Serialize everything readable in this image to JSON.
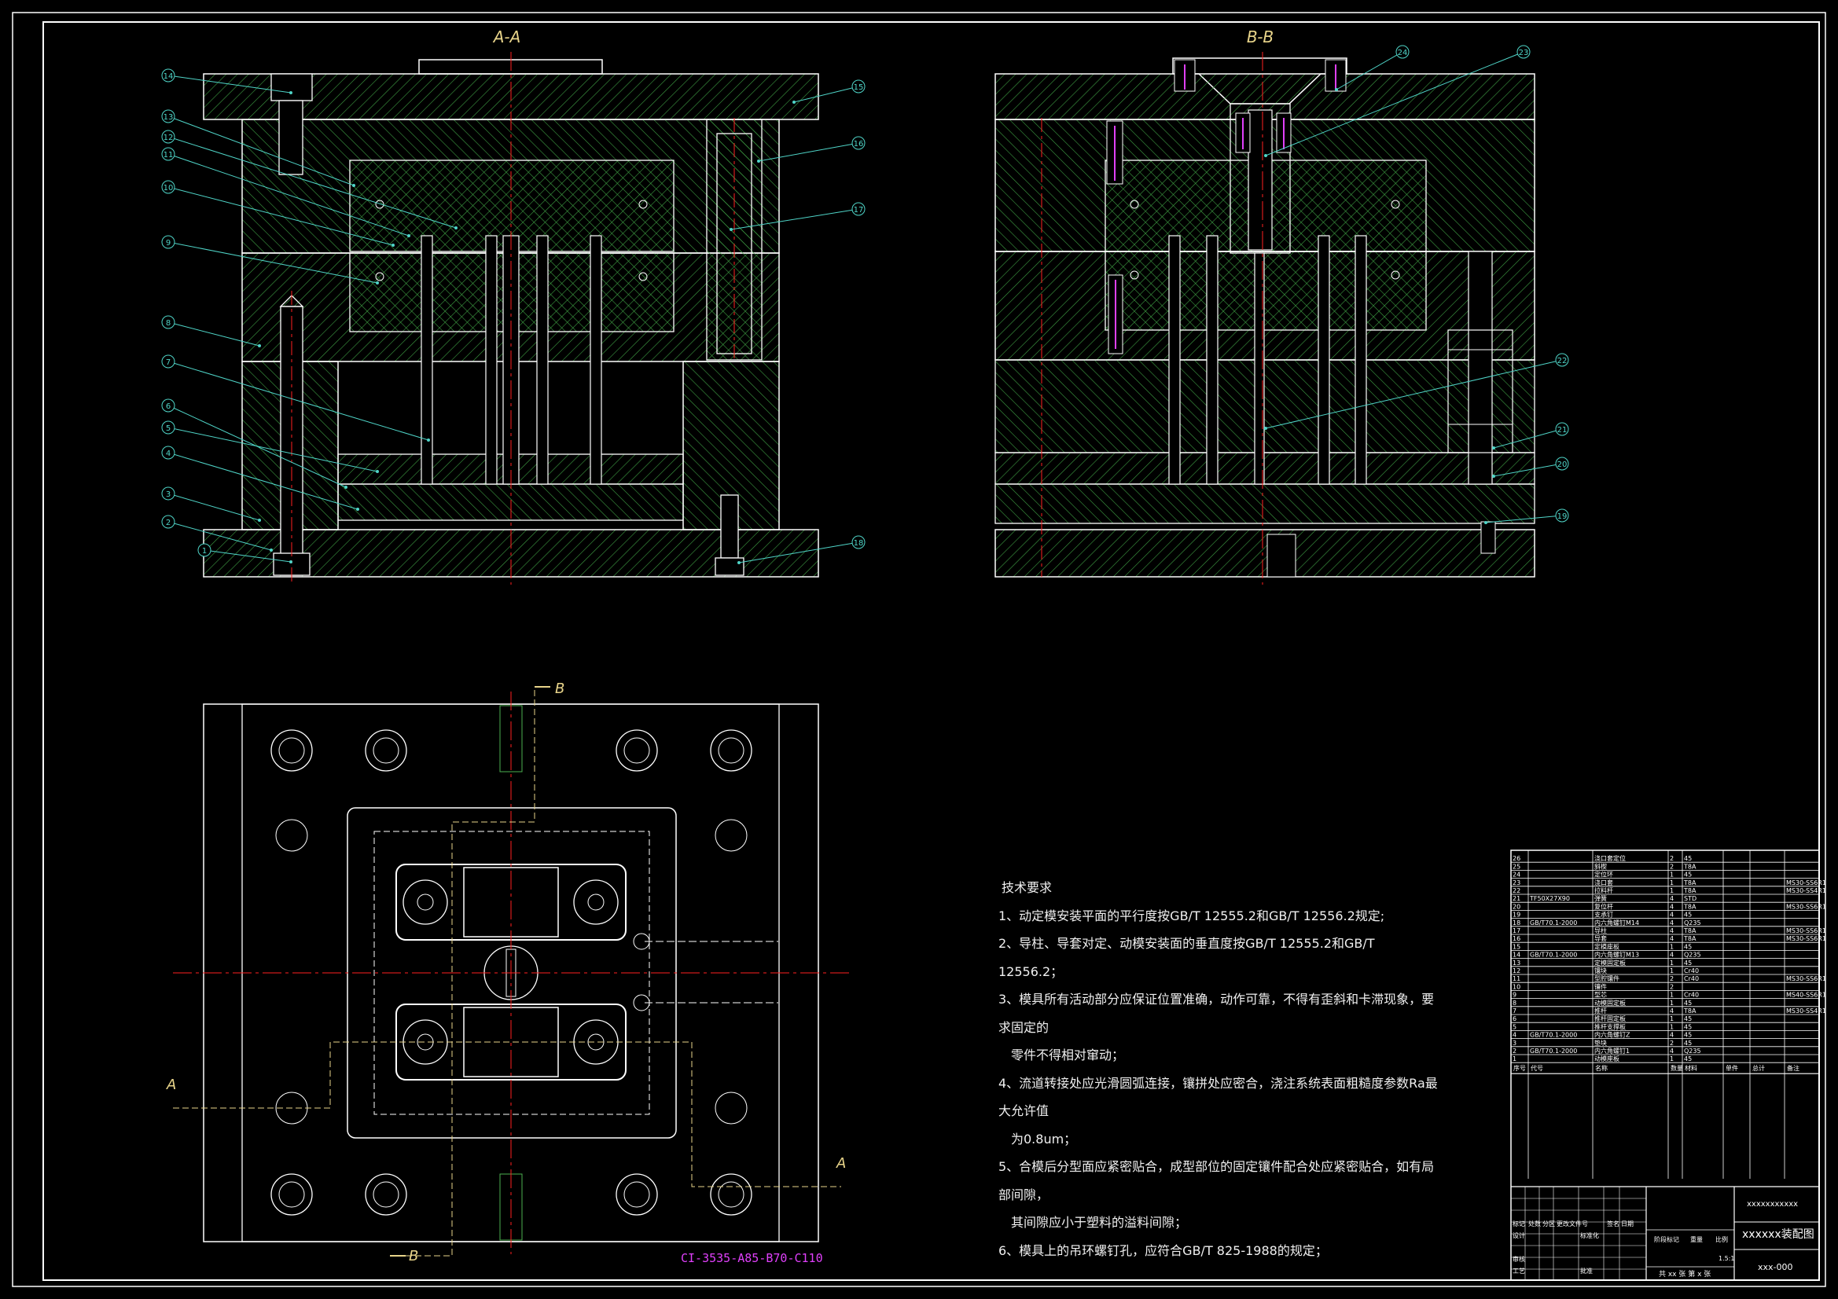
{
  "sections": {
    "aa": "A-A",
    "bb": "B-B",
    "cut_a": "A",
    "cut_b": "B"
  },
  "mold_code": "CI-3535-A85-B70-C110",
  "balloons_aa": [
    "1",
    "2",
    "3",
    "4",
    "5",
    "6",
    "7",
    "8",
    "9",
    "10",
    "11",
    "12",
    "13",
    "14",
    "15",
    "16",
    "17",
    "18"
  ],
  "balloons_bb": [
    "19",
    "20",
    "21",
    "22",
    "23",
    "24"
  ],
  "tech_req": {
    "title": "技术要求",
    "items": [
      "1、动定模安装平面的平行度按GB/T 12555.2和GB/T 12556.2规定;",
      "2、导柱、导套对定、动模安装面的垂直度按GB/T 12555.2和GB/T 12556.2；",
      "3、模具所有活动部分应保证位置准确，动作可靠，不得有歪斜和卡滞现象，要求固定的",
      "零件不得相对窜动；",
      "4、流道转接处应光滑圆弧连接，镶拼处应密合，浇注系统表面粗糙度参数Ra最大允许值",
      "为0.8um；",
      "5、合模后分型面应紧密贴合，成型部位的固定镶件配合处应紧密贴合，如有局部间隙，",
      "其间隙应小于塑料的溢料间隙；",
      "6、模具上的吊环螺钉孔，应符合GB/T 825-1988的规定；"
    ]
  },
  "bom": {
    "columns": [
      "序号",
      "代号",
      "名称",
      "数量",
      "材料",
      "单件",
      "总计",
      "备注"
    ],
    "rows": [
      [
        "26",
        "",
        "浇口套定位",
        "2",
        "45",
        ""
      ],
      [
        "25",
        "",
        "斜楔",
        "2",
        "T8A",
        ""
      ],
      [
        "24",
        "",
        "定位环",
        "1",
        "45",
        ""
      ],
      [
        "23",
        "",
        "浇口套",
        "1",
        "T8A",
        "MS30-SS6R1"
      ],
      [
        "22",
        "",
        "拉料杆",
        "1",
        "T8A",
        "MS30-SS4R1"
      ],
      [
        "21",
        "TF50X27X90",
        "弹簧",
        "4",
        "STD",
        ""
      ],
      [
        "20",
        "",
        "复位杆",
        "4",
        "T8A",
        "MS30-SS6R1"
      ],
      [
        "19",
        "",
        "支承钉",
        "4",
        "45",
        ""
      ],
      [
        "18",
        "GB/T70.1-2000",
        "内六角螺钉M14",
        "4",
        "Q235",
        ""
      ],
      [
        "17",
        "",
        "导柱",
        "4",
        "T8A",
        "MS30-SS6R1"
      ],
      [
        "16",
        "",
        "导套",
        "4",
        "T8A",
        "MS30-SS6R1"
      ],
      [
        "15",
        "",
        "定模座板",
        "1",
        "45",
        ""
      ],
      [
        "14",
        "GB/T70.1-2000",
        "内六角螺钉M13",
        "4",
        "Q235",
        ""
      ],
      [
        "13",
        "",
        "定模固定板",
        "1",
        "45",
        ""
      ],
      [
        "12",
        "",
        "镶块",
        "1",
        "Cr40",
        ""
      ],
      [
        "11",
        "",
        "型腔镶件",
        "2",
        "Cr40",
        "MS30-SS6R1"
      ],
      [
        "10",
        "",
        "镶件",
        "2",
        "",
        ""
      ],
      [
        "9",
        "",
        "型芯",
        "1",
        "Cr40",
        "MS40-SS6R1"
      ],
      [
        "8",
        "",
        "动模固定板",
        "1",
        "45",
        ""
      ],
      [
        "7",
        "",
        "推杆",
        "4",
        "T8A",
        "MS30-SS4R1"
      ],
      [
        "6",
        "",
        "推杆固定板",
        "1",
        "45",
        ""
      ],
      [
        "5",
        "",
        "推杆支撑板",
        "1",
        "45",
        ""
      ],
      [
        "4",
        "GB/T70.1-2000",
        "内六角螺钉Z",
        "4",
        "45",
        ""
      ],
      [
        "3",
        "",
        "垫块",
        "2",
        "45",
        ""
      ],
      [
        "2",
        "GB/T70.1-2000",
        "内六角螺钉1",
        "4",
        "Q235",
        ""
      ],
      [
        "1",
        "",
        "动模座板",
        "1",
        "45",
        ""
      ]
    ]
  },
  "title_block": {
    "company": "xxxxxxxxxxx",
    "drawing_name": "xxxxxx装配图",
    "drawing_no": "xxx-000",
    "scale": "1.5:1",
    "sheets": "共 xx 张  第 x 张",
    "labels": {
      "mark": "标记",
      "count": "处数",
      "zone": "分区",
      "change_no": "更改文件号",
      "sign": "签名",
      "date": "日期",
      "design": "设计",
      "std": "标准化",
      "review": "审核",
      "process": "工艺",
      "approve": "批准",
      "stage": "阶段标记",
      "weight": "重量",
      "ratio": "比例"
    }
  },
  "colors": {
    "hatch": "#4caf50",
    "outline": "#ffffff",
    "centerline": "#ff2020",
    "leader": "#4fd5c8",
    "label": "#e8d48a",
    "magenta": "#e040fb",
    "frame": "#ffffff"
  }
}
